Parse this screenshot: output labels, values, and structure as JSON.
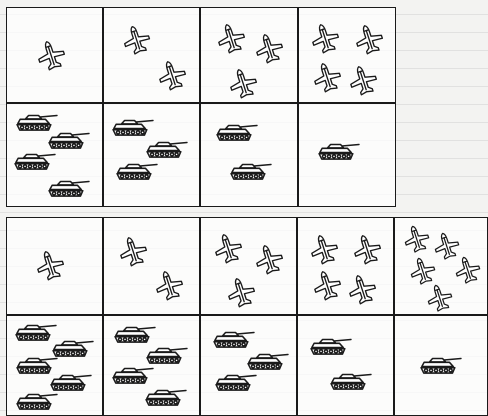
{
  "colors": {
    "ink": "#1a1a1a",
    "paper": "#f3f3f1",
    "cell_fill": "#ffffff"
  },
  "icons": {
    "airplane": "airplane-icon",
    "tank": "tank-icon"
  },
  "rows": [
    {
      "name": "top-group",
      "columns": [
        {
          "planes": 1,
          "tanks": 4
        },
        {
          "planes": 2,
          "tanks": 3
        },
        {
          "planes": 3,
          "tanks": 2
        },
        {
          "planes": 4,
          "tanks": 1
        }
      ]
    },
    {
      "name": "bottom-group",
      "columns": [
        {
          "planes": 1,
          "tanks": 5
        },
        {
          "planes": 2,
          "tanks": 4
        },
        {
          "planes": 3,
          "tanks": 3
        },
        {
          "planes": 4,
          "tanks": 2
        },
        {
          "planes": 5,
          "tanks": 1
        }
      ]
    }
  ]
}
